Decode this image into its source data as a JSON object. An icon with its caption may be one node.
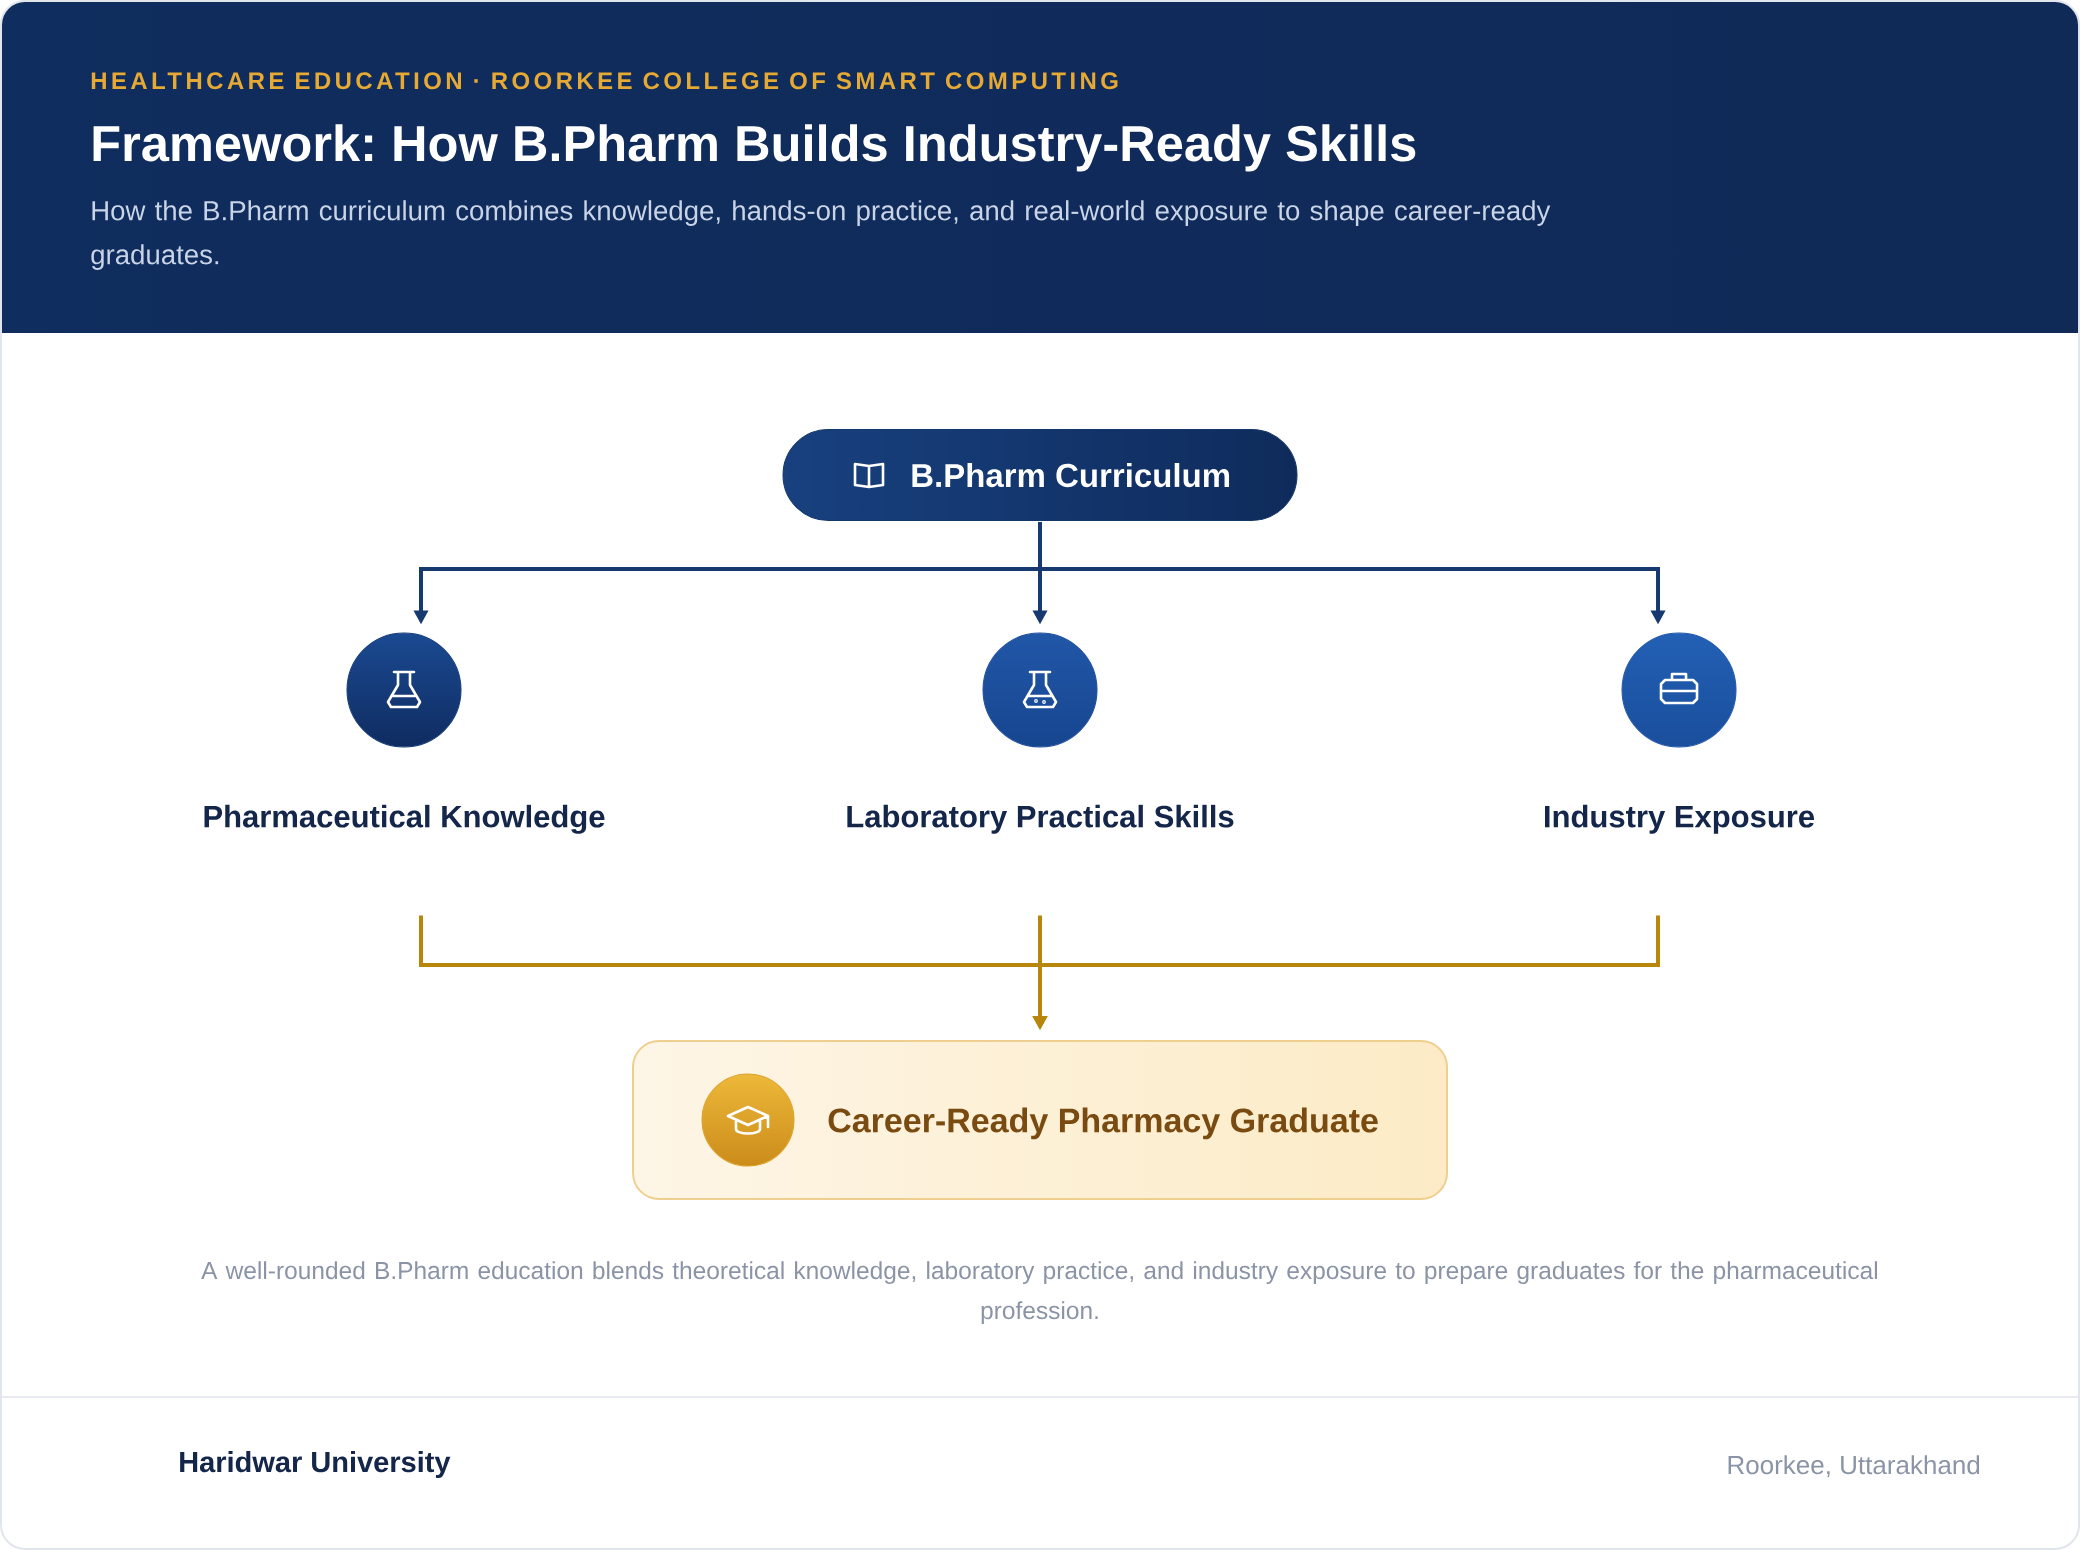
{
  "diagram": {
    "title": "Framework: How B.Pharm Builds Industry-Ready Skills",
    "caption": "A well-rounded B.Pharm education blends theoretical knowledge, laboratory practice, and industry exposure to prepare graduates for the pharmaceutical profession.",
    "nodes": [
      {
        "text": [
          "B.Pharm Curriculum"
        ]
      },
      {
        "text": [
          "Pharmaceutical Knowledge"
        ]
      },
      {
        "text": [
          "Laboratory Practical Skills"
        ]
      },
      {
        "text": [
          "Industry Exposure"
        ]
      },
      {
        "text": [
          "Career-Ready Pharmacy Graduate"
        ]
      }
    ],
    "edges": [
      {
        "from": 0,
        "to": 1,
        "arrow": "to",
        "color": "#163a70"
      },
      {
        "from": 0,
        "to": 2,
        "arrow": "to",
        "color": "#163a70"
      },
      {
        "from": 0,
        "to": 3,
        "arrow": "to",
        "color": "#163a70"
      },
      {
        "from": 1,
        "to": 4,
        "arrow": "to",
        "color": "#b8860b"
      },
      {
        "from": 2,
        "to": 4,
        "arrow": "to",
        "color": "#b8860b"
      },
      {
        "from": 3,
        "to": 4,
        "arrow": "to",
        "color": "#b8860b"
      }
    ],
    "labels": [
      "HEALTHCARE EDUCATION · ROORKEE COLLEGE OF SMART COMPUTING",
      "How the B.Pharm curriculum combines knowledge, hands-on practice, and real-world exposure to shape career-ready graduates.",
      "Haridwar University",
      "Roorkee, Uttarakhand"
    ]
  }
}
